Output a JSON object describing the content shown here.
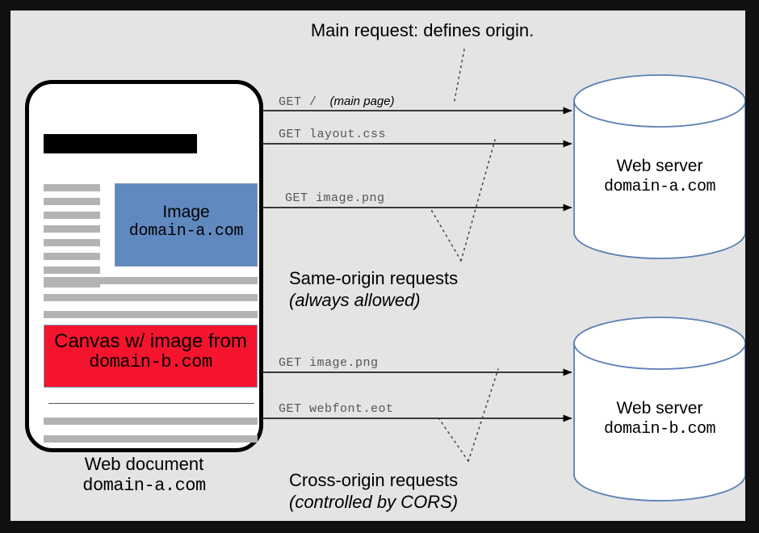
{
  "theme": {
    "frame_color": "#111111",
    "stage_bg": "#e4e4e4",
    "image_blue": "#6089c0",
    "canvas_red": "#f5142e",
    "cylinder_stroke": "#5b7fb5",
    "bar_gray": "#b3b3b3",
    "label_gray": "#555555"
  },
  "title": {
    "main": "Main request: defines origin."
  },
  "document": {
    "image_block": {
      "title": "Image",
      "domain": "domain-a.com"
    },
    "canvas_block": {
      "title": "Canvas w/ image from",
      "domain": "domain-b.com"
    },
    "caption": {
      "title": "Web document",
      "domain": "domain-a.com"
    }
  },
  "requests": [
    {
      "method": "GET",
      "path": "/",
      "note": "(main page)",
      "group": "same-origin"
    },
    {
      "method": "GET",
      "path": "layout.css",
      "note": "",
      "group": "same-origin"
    },
    {
      "method": "GET",
      "path": "image.png",
      "note": "",
      "group": "same-origin"
    },
    {
      "method": "GET",
      "path": "image.png",
      "note": "",
      "group": "cross-origin"
    },
    {
      "method": "GET",
      "path": "webfont.eot",
      "note": "",
      "group": "cross-origin"
    }
  ],
  "request_labels": {
    "r0": "GET  /",
    "r0_note": "(main page)",
    "r1": "GET  layout.css",
    "r2": "GET  image.png",
    "r3": "GET  image.png",
    "r4": "GET  webfont.eot"
  },
  "servers": [
    {
      "title": "Web server",
      "domain": "domain-a.com"
    },
    {
      "title": "Web server",
      "domain": "domain-b.com"
    }
  ],
  "annotations": {
    "same_origin_title": "Same-origin requests",
    "same_origin_sub": "(always allowed)",
    "cross_origin_title": "Cross-origin requests",
    "cross_origin_sub": "(controlled by CORS)"
  }
}
